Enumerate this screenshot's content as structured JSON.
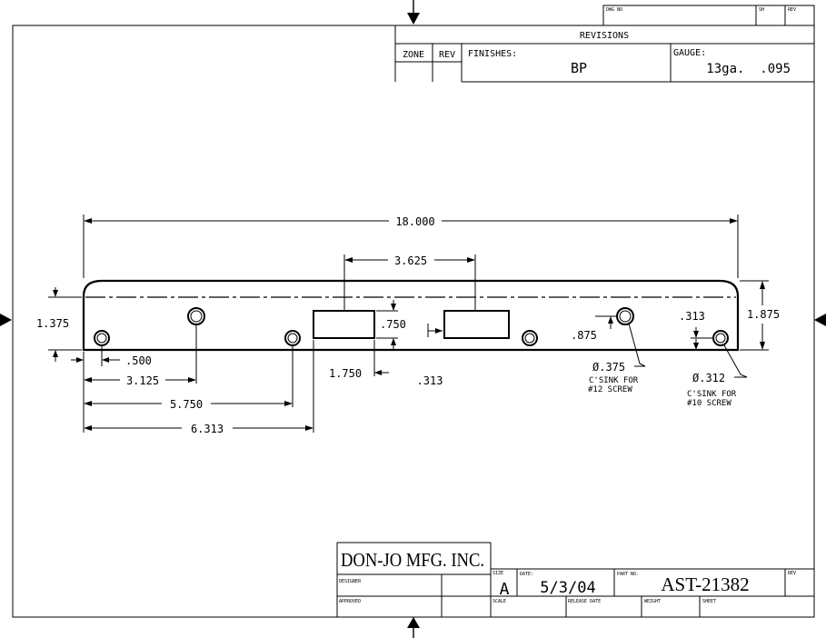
{
  "header": {
    "dwg_no_label": "DWG NO",
    "sh_label": "SH",
    "rev_label": "REV",
    "revisions_label": "REVISIONS",
    "zone_label": "ZONE",
    "rev_col_label": "REV",
    "finishes_label": "FINISHES:",
    "finishes_value": "BP",
    "gauge_label": "GAUGE:",
    "gauge_value": "13ga.  .095"
  },
  "dimensions": {
    "overall_length": "18.000",
    "cutout_spacing": "3.625",
    "left_height": "1.375",
    "right_height": "1.875",
    "cutout_height": ".750",
    "hole_offset_x": ".500",
    "hole2_x": "3.125",
    "hole3_x": "5.750",
    "cutout_left_x": "6.313",
    "cutout_width": "1.750",
    "cutout_bottom": ".313",
    "hole_center_y": ".875",
    "edge_offset": ".313"
  },
  "hole_notes": {
    "large_dia": "Ø.375",
    "large_note_1": "C'SINK FOR",
    "large_note_2": "#12 SCREW",
    "small_dia": "Ø.312",
    "small_note_1": "C'SINK FOR",
    "small_note_2": "#10 SCREW"
  },
  "title_block": {
    "company": "DON-JO MFG. INC.",
    "designer_label": "DESIGNER",
    "approved_label": "APPROVED",
    "size_label": "SIZE",
    "size_value": "A",
    "date_label": "DATE:",
    "date_value": "5/3/04",
    "part_no_label": "PART NO.",
    "part_no_value": "AST-21382",
    "rev_label": "REV",
    "scale_label": "SCALE",
    "release_date_label": "RELEASE DATE",
    "weight_label": "WEIGHT",
    "sheet_label": "SHEET"
  }
}
